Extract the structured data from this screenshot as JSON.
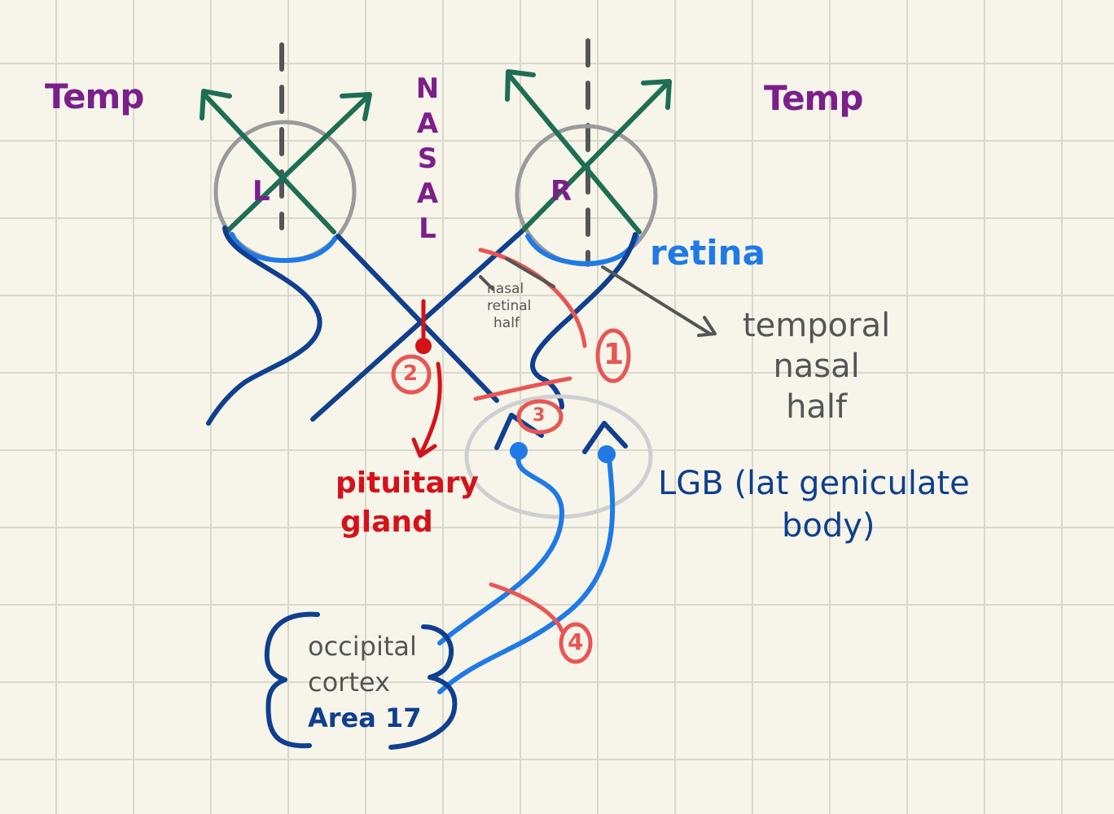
{
  "labels": {
    "temp_left": "Temp",
    "temp_right": "Temp",
    "nasal_letters": [
      "N",
      "A",
      "S",
      "A",
      "L"
    ],
    "eye_left": "L",
    "eye_right": "R",
    "retina": "retina",
    "nasal_retinal_half": [
      "nasal",
      "retinal",
      "half"
    ],
    "temporal_nasal_half": [
      "temporal",
      "nasal",
      "half"
    ],
    "pituitary_gland": [
      "pituitary",
      "gland"
    ],
    "lgb": [
      "LGB (lat geniculate",
      "body)"
    ],
    "occipital_cortex": [
      "occipital",
      "cortex",
      "Area 17"
    ],
    "markers": [
      "1",
      "2",
      "3",
      "4"
    ]
  },
  "colors": {
    "purple": "#7b1f8a",
    "green": "#1e6e54",
    "navy": "#0f3f8e",
    "light_blue": "#1f7ae6",
    "red": "#d4121a",
    "pink_red": "#e85555",
    "grey": "#555555",
    "circle_grey": "#999999"
  }
}
